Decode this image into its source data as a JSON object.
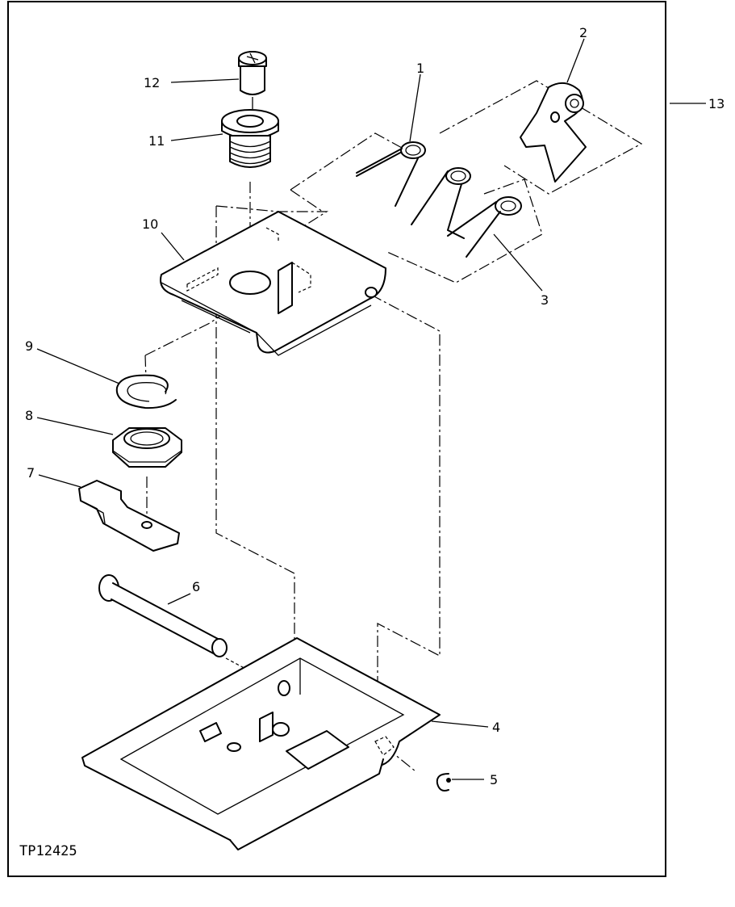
{
  "figure": {
    "id_label": "TP12425",
    "callouts": [
      {
        "key": "1",
        "text": "1"
      },
      {
        "key": "2",
        "text": "2"
      },
      {
        "key": "3",
        "text": "3"
      },
      {
        "key": "4",
        "text": "4"
      },
      {
        "key": "5",
        "text": "5"
      },
      {
        "key": "6",
        "text": "6"
      },
      {
        "key": "7",
        "text": "7"
      },
      {
        "key": "8",
        "text": "8"
      },
      {
        "key": "9",
        "text": "9"
      },
      {
        "key": "10",
        "text": "10"
      },
      {
        "key": "11",
        "text": "11"
      },
      {
        "key": "12",
        "text": "12"
      },
      {
        "key": "13",
        "text": "13"
      }
    ]
  }
}
